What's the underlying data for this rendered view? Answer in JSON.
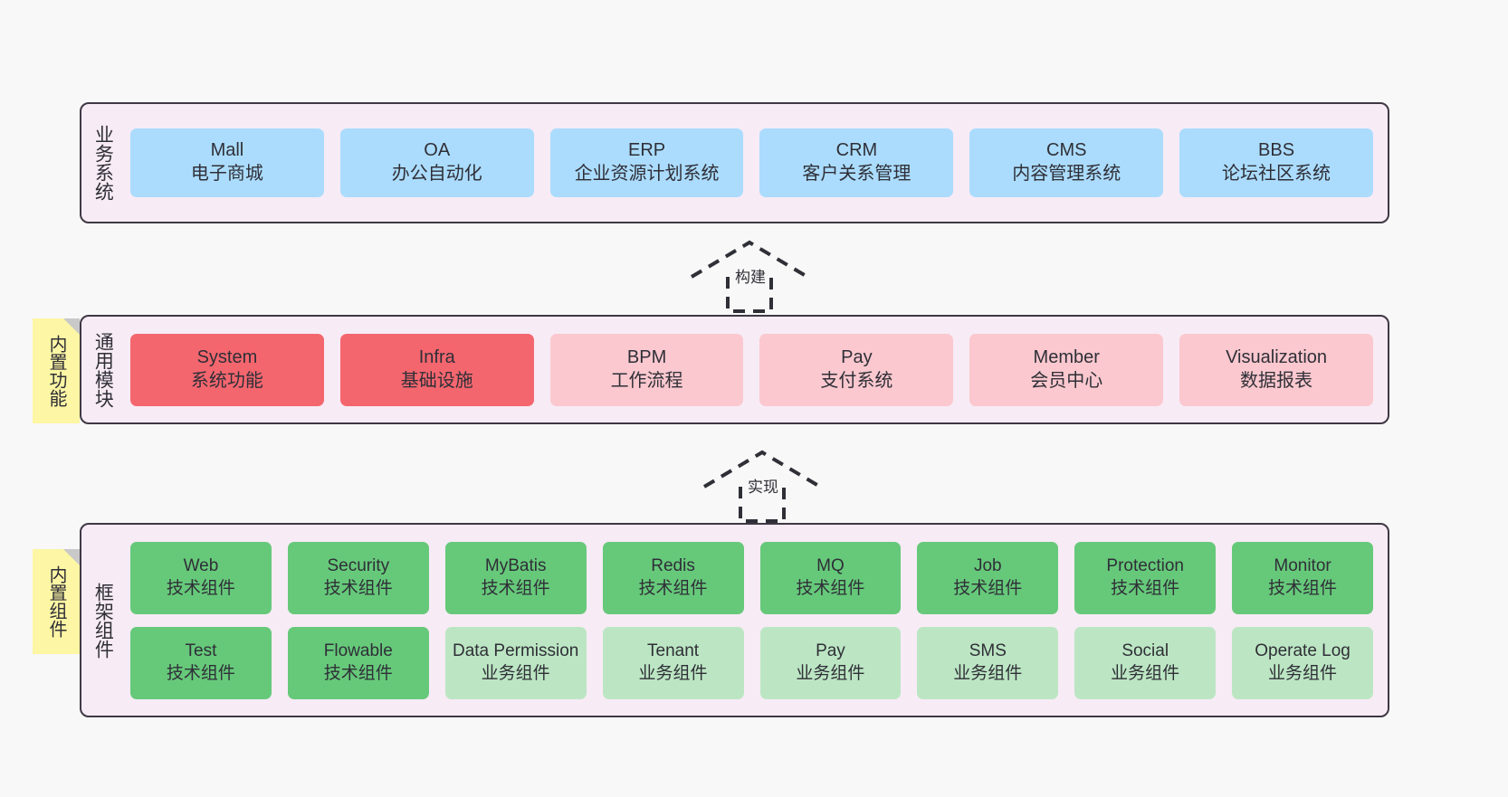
{
  "diagram": {
    "background_color": "#f8f8f8",
    "layer_bg_color": "#f7ebf5",
    "layer_border_color": "#3f3844"
  },
  "notes": [
    {
      "name": "builtin-functions",
      "label": "内置功能",
      "color": "#fdf6a4"
    },
    {
      "name": "builtin-components",
      "label": "内置组件",
      "color": "#fdf6a4"
    }
  ],
  "arrows": [
    {
      "name": "build",
      "label": "构建",
      "style": "dashed-hollow-up"
    },
    {
      "name": "implement",
      "label": "实现",
      "style": "dashed-hollow-up"
    }
  ],
  "layers": {
    "business": {
      "title": "业务系统",
      "cards": [
        {
          "en": "Mall",
          "cn": "电子商城",
          "color": "#abdcfd"
        },
        {
          "en": "OA",
          "cn": "办公自动化",
          "color": "#abdcfd"
        },
        {
          "en": "ERP",
          "cn": "企业资源计划系统",
          "color": "#abdcfd"
        },
        {
          "en": "CRM",
          "cn": "客户关系管理",
          "color": "#abdcfd"
        },
        {
          "en": "CMS",
          "cn": "内容管理系统",
          "color": "#abdcfd"
        },
        {
          "en": "BBS",
          "cn": "论坛社区系统",
          "color": "#abdcfd"
        }
      ]
    },
    "modules": {
      "title": "通用模块",
      "cards": [
        {
          "en": "System",
          "cn": "系统功能",
          "color": "#f4666e"
        },
        {
          "en": "Infra",
          "cn": "基础设施",
          "color": "#f4666e"
        },
        {
          "en": "BPM",
          "cn": "工作流程",
          "color": "#fbc8cf"
        },
        {
          "en": "Pay",
          "cn": "支付系统",
          "color": "#fbc8cf"
        },
        {
          "en": "Member",
          "cn": "会员中心",
          "color": "#fbc8cf"
        },
        {
          "en": "Visualization",
          "cn": "数据报表",
          "color": "#fbc8cf"
        }
      ]
    },
    "framework": {
      "title": "框架组件",
      "row1": [
        {
          "en": "Web",
          "cn": "技术组件",
          "color": "#66c97a"
        },
        {
          "en": "Security",
          "cn": "技术组件",
          "color": "#66c97a"
        },
        {
          "en": "MyBatis",
          "cn": "技术组件",
          "color": "#66c97a"
        },
        {
          "en": "Redis",
          "cn": "技术组件",
          "color": "#66c97a"
        },
        {
          "en": "MQ",
          "cn": "技术组件",
          "color": "#66c97a"
        },
        {
          "en": "Job",
          "cn": "技术组件",
          "color": "#66c97a"
        },
        {
          "en": "Protection",
          "cn": "技术组件",
          "color": "#66c97a"
        },
        {
          "en": "Monitor",
          "cn": "技术组件",
          "color": "#66c97a"
        }
      ],
      "row2": [
        {
          "en": "Test",
          "cn": "技术组件",
          "color": "#66c97a"
        },
        {
          "en": "Flowable",
          "cn": "技术组件",
          "color": "#66c97a"
        },
        {
          "en": "Data Permission",
          "cn": "业务组件",
          "color": "#bce6c3"
        },
        {
          "en": "Tenant",
          "cn": "业务组件",
          "color": "#bce6c3"
        },
        {
          "en": "Pay",
          "cn": "业务组件",
          "color": "#bce6c3"
        },
        {
          "en": "SMS",
          "cn": "业务组件",
          "color": "#bce6c3"
        },
        {
          "en": "Social",
          "cn": "业务组件",
          "color": "#bce6c3"
        },
        {
          "en": "Operate Log",
          "cn": "业务组件",
          "color": "#bce6c3"
        }
      ]
    }
  }
}
